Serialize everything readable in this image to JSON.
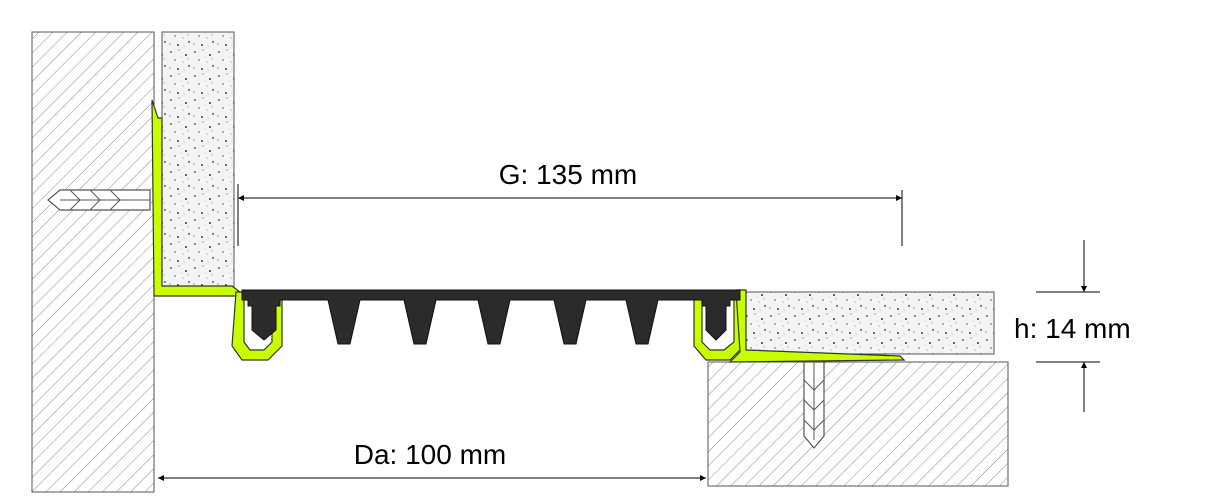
{
  "dimensions": {
    "gap_label": "G: 135 mm",
    "depth_label": "Da: 100 mm",
    "height_label": "h: 14 mm"
  },
  "colors": {
    "profile_green": "#c8ff00",
    "insert_black": "#2b2b2b",
    "hatch_line": "#7a7a7a",
    "outline": "#333333"
  }
}
